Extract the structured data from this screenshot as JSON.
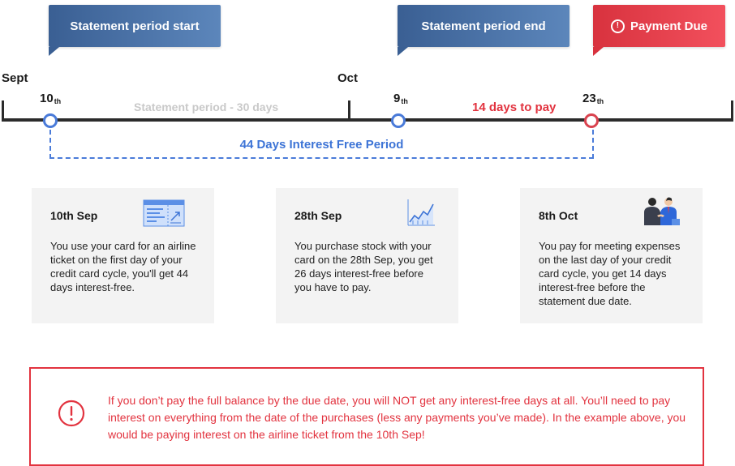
{
  "callouts": {
    "start": "Statement period start",
    "end": "Statement period end",
    "due": "Payment Due"
  },
  "timeline": {
    "month_sept": "Sept",
    "month_oct": "Oct",
    "day_start": "10",
    "day_end": "9",
    "day_due": "23",
    "ordinal_suffix": "th",
    "statement_period": "Statement period - 30 days",
    "days_to_pay": "14 days to pay",
    "interest_free": "44 Days Interest Free Period"
  },
  "cards": [
    {
      "title": "10th Sep",
      "text": "You use your card for an airline ticket on the first day of your credit card cycle, you'll get 44 days interest-free.",
      "icon": "airline-ticket-icon"
    },
    {
      "title": "28th Sep",
      "text": "You purchase stock with your card on the 28th Sep, you get 26 days interest-free before you have to pay.",
      "icon": "stock-chart-icon"
    },
    {
      "title": "8th Oct",
      "text": "You pay for meeting expenses on the last day of your credit card cycle, you get 14 days interest-free before the statement due date.",
      "icon": "meeting-handshake-icon"
    }
  ],
  "warning": {
    "text": "If you don’t pay the full balance by the due date, you will NOT get any interest-free days at all. You’ll need to pay interest on everything from the date of the purchases (less any payments you’ve made). In the example above, you would be paying interest on the airline ticket from the 10th Sep!",
    "icon": "exclamation-circle-icon"
  },
  "colors": {
    "blue": "#4a7bd9",
    "red": "#e2333f",
    "callout_blue": "#3a5f93"
  }
}
